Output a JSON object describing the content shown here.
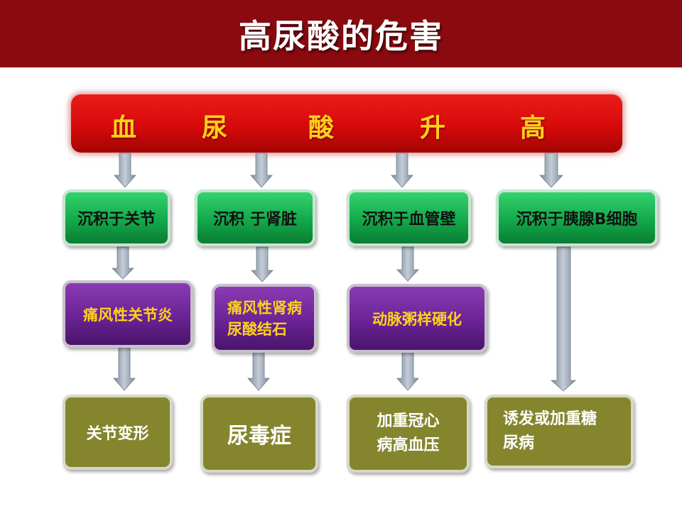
{
  "title": "高尿酸的危害",
  "banner": [
    "血",
    "尿",
    "酸",
    "升",
    "高"
  ],
  "colors": {
    "header": "#8b0a10",
    "banner": "#d60a0a",
    "banner_text": "#ffd21c",
    "green": "#13a84a",
    "purple": "#6a2394",
    "olive": "#85852e",
    "arrow": "#a7b3c2"
  },
  "deposit": [
    "沉积于关节",
    "沉积 于肾脏",
    "沉积于血管壁",
    "沉积于胰腺B细胞"
  ],
  "disease": [
    "痛风性关节炎",
    "痛风性肾病\n尿酸结石",
    "动脉粥样硬化"
  ],
  "outcome": [
    "关节变形",
    "尿毒症",
    "加重冠心\n病高血压",
    "诱发或加重糖\n尿病"
  ]
}
